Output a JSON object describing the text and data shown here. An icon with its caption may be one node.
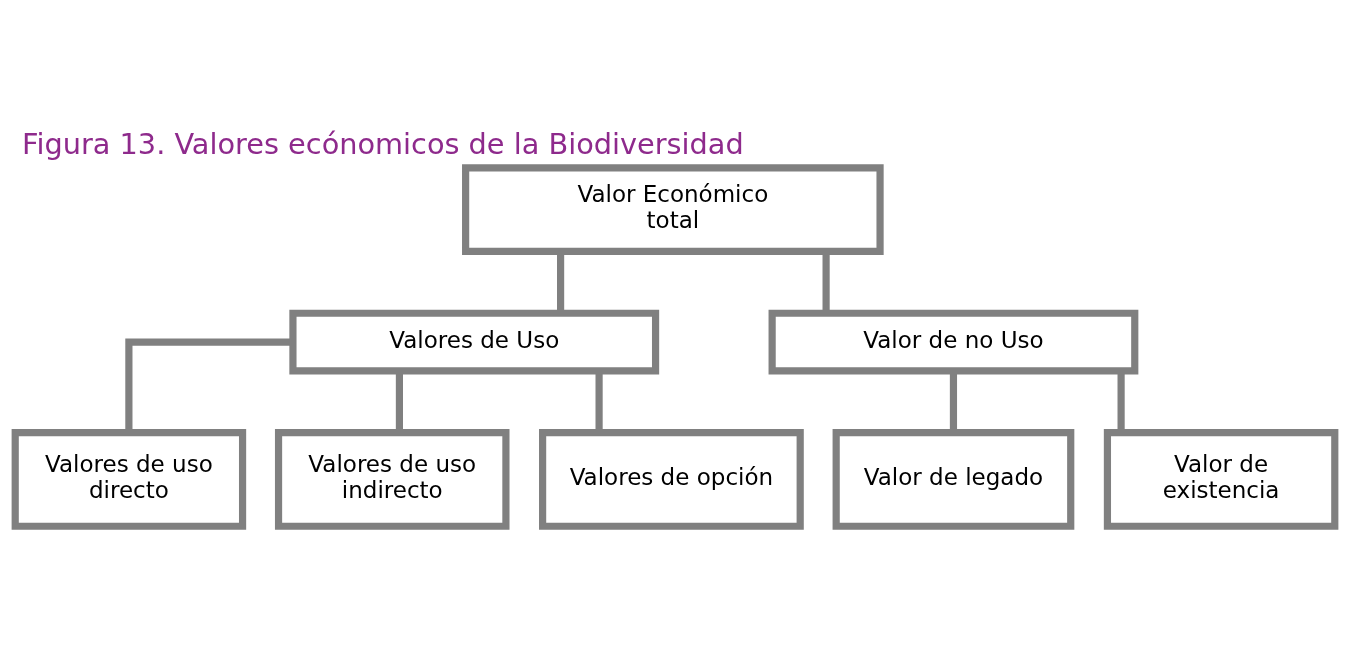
{
  "diagram": {
    "title": "Figura 13. Valores ecónomicos de la Biodiversidad",
    "nodes": [
      {
        "text": [
          "Valor Económico total"
        ]
      },
      {
        "text": [
          "Valores de Uso"
        ]
      },
      {
        "text": [
          "Valor de no Uso"
        ]
      },
      {
        "text": [
          "Valores de uso directo"
        ]
      },
      {
        "text": [
          "Valores de uso indirecto"
        ]
      },
      {
        "text": [
          "Valores de opción"
        ]
      },
      {
        "text": [
          "Valor de legado"
        ]
      },
      {
        "text": [
          "Valor de existencia"
        ]
      }
    ],
    "edges": [
      {
        "from": 0,
        "to": 1,
        "arrow": "none"
      },
      {
        "from": 0,
        "to": 2,
        "arrow": "none"
      },
      {
        "from": 1,
        "to": 3,
        "arrow": "none"
      },
      {
        "from": 1,
        "to": 4,
        "arrow": "none"
      },
      {
        "from": 1,
        "to": 5,
        "arrow": "none"
      },
      {
        "from": 2,
        "to": 6,
        "arrow": "none"
      },
      {
        "from": 2,
        "to": 7,
        "arrow": "none"
      }
    ]
  }
}
